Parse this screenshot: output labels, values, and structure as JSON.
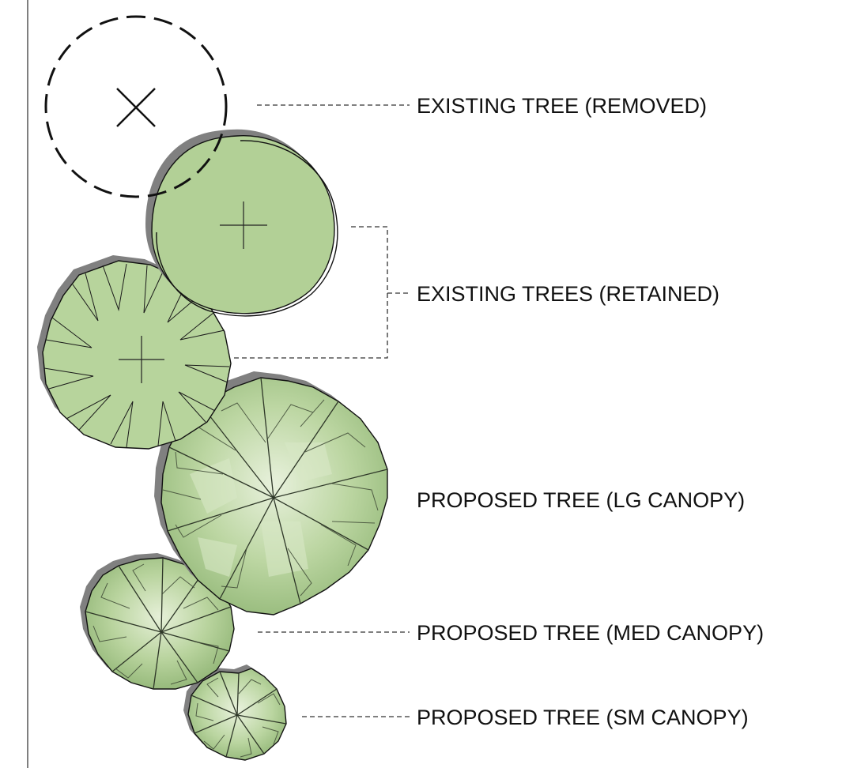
{
  "legend": {
    "items": [
      {
        "label": "EXISTING TREE (REMOVED)",
        "symbol": "x-in-dashed-circle-icon"
      },
      {
        "label": "EXISTING TREES (RETAINED)",
        "symbol": "tree-plan-icon"
      },
      {
        "label": "PROPOSED TREE (LG CANOPY)",
        "symbol": "tree-canopy-icon"
      },
      {
        "label": "PROPOSED TREE (MED CANOPY)",
        "symbol": "tree-canopy-icon"
      },
      {
        "label": "PROPOSED TREE (SM CANOPY)",
        "symbol": "tree-canopy-icon"
      }
    ]
  },
  "colors": {
    "canopy_green": "#a9c98b",
    "canopy_light": "#e2eed3",
    "retained_green": "#b7d49c",
    "shadow": "#7f7f7f",
    "line": "#111111"
  }
}
